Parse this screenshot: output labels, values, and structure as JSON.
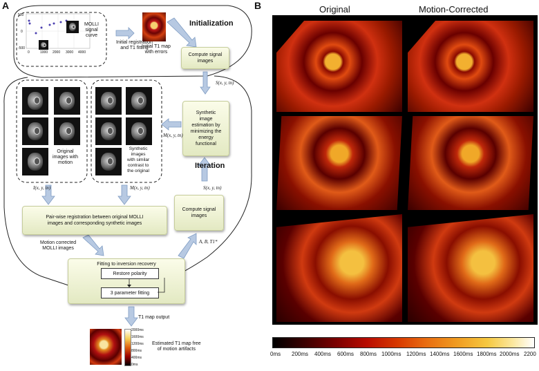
{
  "panel_a": {
    "label": "A",
    "molli_label": "MOLLI\nsignal\ncurve",
    "graph_y_ticks": [
      "500",
      "0",
      "-500"
    ],
    "graph_x_ticks": [
      "0",
      "1000",
      "2000",
      "3000",
      "4000"
    ],
    "init_reg_label": "Initial registration\nand T1 fitting",
    "init_t1_label": "Initial T1 map\nwith errors",
    "initialization_title": "Initialization",
    "compute_signal_1": "Compute signal\nimages",
    "s_eq_1": "S(x, y, tn)",
    "synthetic_box": "Synthetic\nimage\nestimation by\nminimizing the\nenergy\nfunctional",
    "m_eq_1": "M(x, y, tn)",
    "orig_images_label": "Original\nimages with\nmotion",
    "synth_images_label": "Synthetic\nimages\nwith similar\ncontrast to\nthe original",
    "iteration_title": "Iteration",
    "s_eq_2": "S(x, y, tn)",
    "i_eq": "I(x, y, tn)",
    "m_eq_2": "M(x, y, tn)",
    "compute_signal_2": "Compute signal\nimages",
    "pairwise_box": "Pair-wise registration between original MOLLI\nimages and corresponding synthetic images",
    "params": "A, B, T1*",
    "motion_corrected_label": "Motion corrected\nMOLLI images",
    "fitting_title": "Fitting to inversion recovery",
    "restore_polarity": "Restore polarity",
    "three_param": "3 parameter fitting",
    "t1_output": "T1 map output",
    "estimated_label": "Estimated T1 map free\nof motion artifacts",
    "map_scale": [
      "2000ms",
      "1600ms",
      "1200ms",
      "800ms",
      "400ms",
      "0ms"
    ]
  },
  "panel_b": {
    "label": "B",
    "col_original": "Original",
    "col_corrected": "Motion-Corrected",
    "colorbar_ticks": [
      "0ms",
      "200ms",
      "400ms",
      "600ms",
      "800ms",
      "1000ms",
      "1200ms",
      "1400ms",
      "1600ms",
      "1800ms",
      "2000ms",
      "2200"
    ]
  }
}
